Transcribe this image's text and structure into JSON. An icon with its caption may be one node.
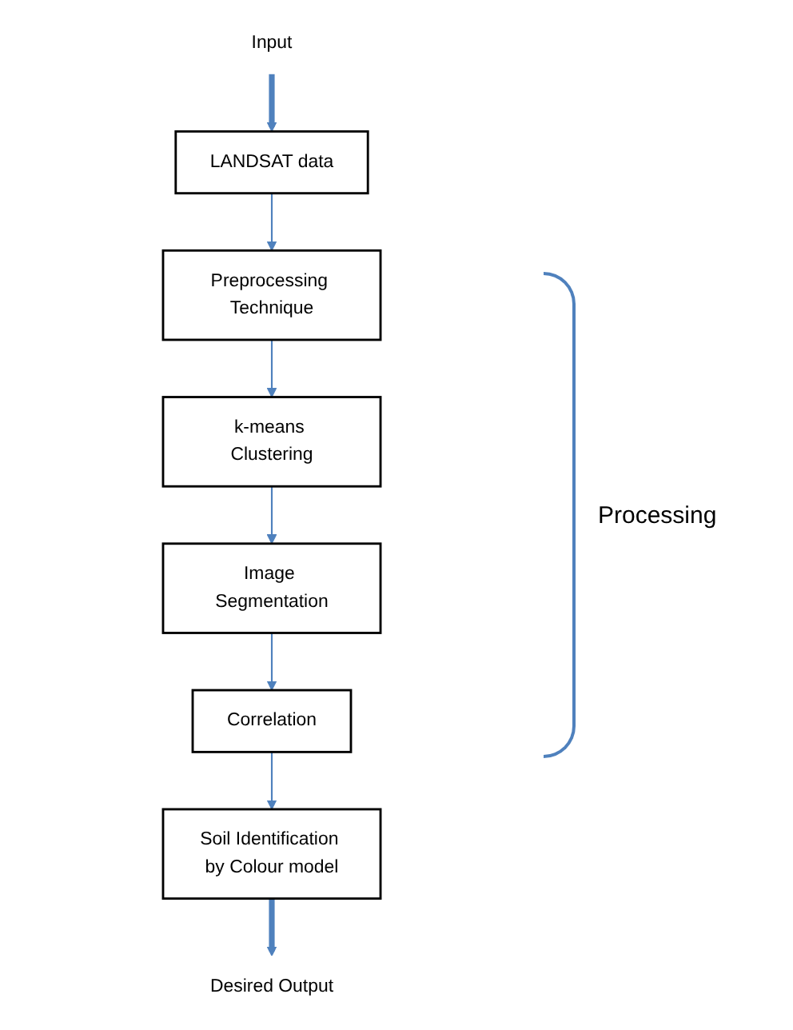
{
  "diagram": {
    "nodes": [
      {
        "text": [
          "Input"
        ]
      },
      {
        "text": [
          "LANDSAT data"
        ]
      },
      {
        "text": [
          "Preprocessing Technique"
        ]
      },
      {
        "text": [
          "k-means Clustering"
        ]
      },
      {
        "text": [
          "Image Segmentation"
        ]
      },
      {
        "text": [
          "Correlation"
        ]
      },
      {
        "text": [
          "Soil Identification by Colour model"
        ]
      },
      {
        "text": [
          "Desired Output"
        ]
      }
    ],
    "edges": [
      {
        "from": 0,
        "to": 1,
        "arrow": "to",
        "style": "thick"
      },
      {
        "from": 1,
        "to": 2,
        "arrow": "to"
      },
      {
        "from": 2,
        "to": 3,
        "arrow": "to"
      },
      {
        "from": 3,
        "to": 4,
        "arrow": "to"
      },
      {
        "from": 4,
        "to": 5,
        "arrow": "to"
      },
      {
        "from": 5,
        "to": 6,
        "arrow": "to"
      },
      {
        "from": 6,
        "to": 7,
        "arrow": "to",
        "style": "thick"
      }
    ],
    "labels": [
      "Processing"
    ]
  }
}
